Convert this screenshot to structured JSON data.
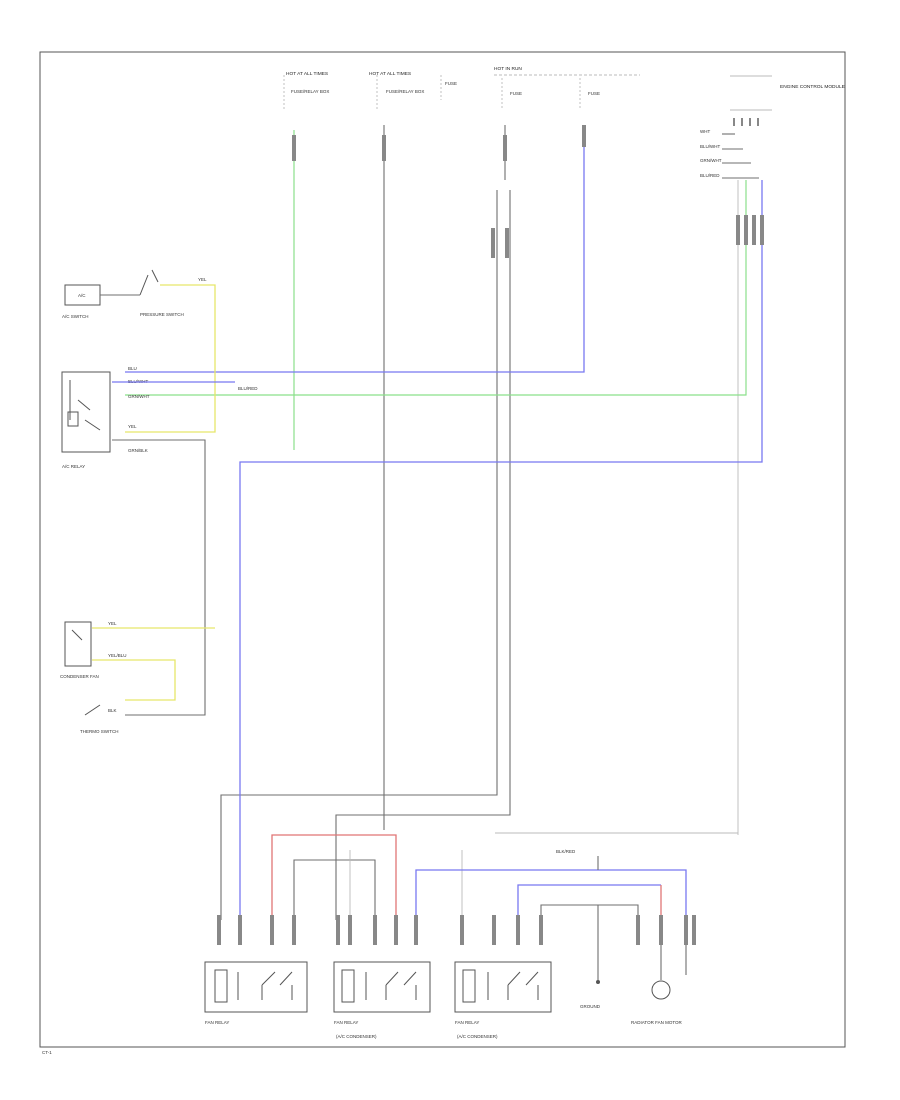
{
  "labels": {
    "fuse_a_title": "HOT AT ALL TIMES",
    "fuse_a_detail": "FUSE/RELAY BOX",
    "fuse_b_title": "HOT AT ALL TIMES",
    "fuse_b_detail": "FUSE/RELAY BOX",
    "fuse_c_detail": "FUSE",
    "fuse_d_title": "HOT IN RUN",
    "fuse_d_detail": "FUSE",
    "fuse_e_detail": "FUSE",
    "ecm_title": "ENGINE CONTROL MODULE",
    "ecm_pin_1": "WHT",
    "ecm_pin_2": "BLU/WHT",
    "ecm_pin_3": "GRN/WHT",
    "ecm_pin_4": "BLU/RED",
    "ac_switch": "A/C SWITCH",
    "pressure_switch": "PRESSURE SWITCH",
    "ac_relay": "A/C RELAY",
    "condenser_fan_label": "CONDENSER FAN",
    "thermo_switch": "THERMO SWITCH",
    "w_blu": "BLU",
    "w_blu_wht": "BLU/WHT",
    "w_grn_wht": "GRN/WHT",
    "w_yel": "YEL",
    "w_grn_blk": "GRN/BLK",
    "w_blu_red": "BLU/RED",
    "w_yel_blu": "YEL/BLU",
    "w_blk": "BLK",
    "w_blk_red": "BLK/RED",
    "relay_1": "FAN RELAY",
    "relay_2": "FAN RELAY",
    "relay_2_sub": "(A/C CONDENSER)",
    "relay_3": "FAN RELAY",
    "relay_3_sub": "(A/C CONDENSER)",
    "ground_label": "GROUND",
    "radiator_motor": "RADIATOR FAN MOTOR",
    "page_num": "CT-1"
  },
  "colors": {
    "black_wire": "#6f6f6f",
    "green_wire": "#8be08b",
    "blue_wire": "#7878f0",
    "yellow_wire": "#e6e66a",
    "red_wire": "#e07575"
  }
}
